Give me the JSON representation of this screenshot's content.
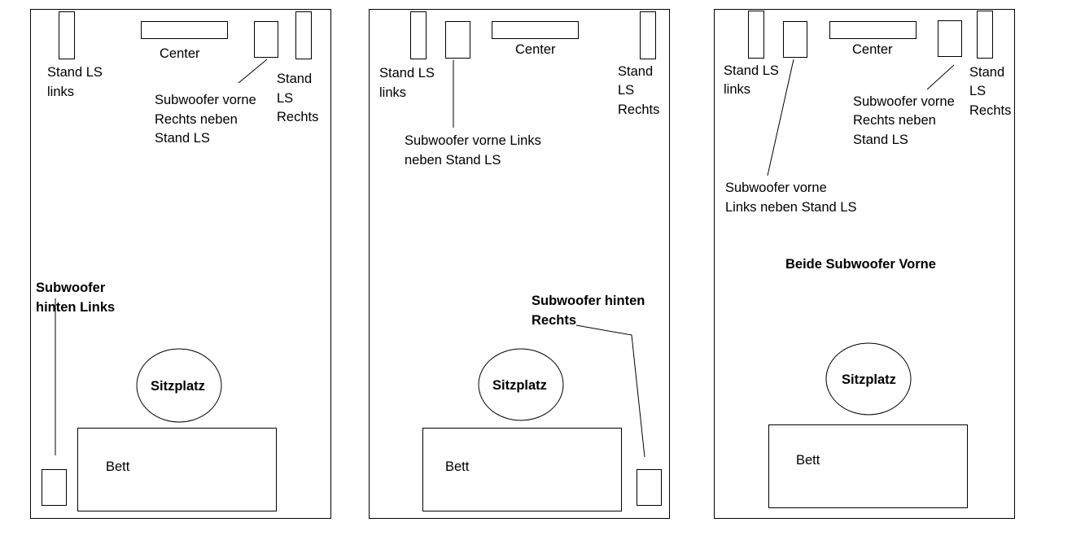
{
  "diagrams": [
    {
      "stand_ls_links": [
        "Stand LS",
        "links"
      ],
      "center": "Center",
      "stand_ls_rechts": [
        "Stand",
        "LS",
        "Rechts"
      ],
      "sub_front_right": [
        "Subwoofer vorne",
        "Rechts neben",
        "Stand LS"
      ],
      "sub_rear": [
        "Subwoofer",
        "hinten Links"
      ],
      "seat": "Sitzplatz",
      "bed": "Bett"
    },
    {
      "stand_ls_links": [
        "Stand LS",
        "links"
      ],
      "center": "Center",
      "stand_ls_rechts": [
        "Stand",
        "LS",
        "Rechts"
      ],
      "sub_front_left": [
        "Subwoofer vorne Links",
        "neben Stand LS"
      ],
      "sub_rear": [
        "Subwoofer hinten",
        "Rechts"
      ],
      "seat": "Sitzplatz",
      "bed": "Bett"
    },
    {
      "stand_ls_links": [
        "Stand LS",
        "links"
      ],
      "center": "Center",
      "stand_ls_rechts": [
        "Stand",
        "LS",
        "Rechts"
      ],
      "sub_front_right": [
        "Subwoofer vorne",
        "Rechts neben",
        "Stand LS"
      ],
      "sub_front_left": [
        "Subwoofer vorne",
        "Links neben Stand LS"
      ],
      "both_front": "Beide Subwoofer Vorne",
      "seat": "Sitzplatz",
      "bed": "Bett"
    }
  ]
}
